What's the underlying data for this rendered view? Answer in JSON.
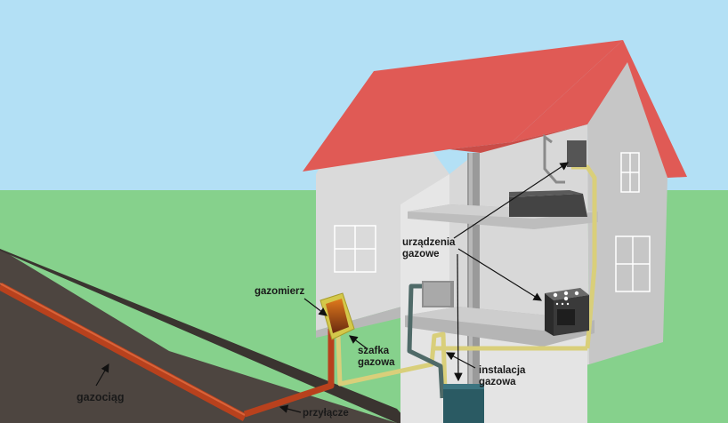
{
  "labels": {
    "gas_appliances_line1": "urządzenia",
    "gas_appliances_line2": "gazowe",
    "gas_meter": "gazomierz",
    "meter_cabinet_line1": "szafka",
    "meter_cabinet_line2": "gazowa",
    "gas_installation_line1": "instalacja",
    "gas_installation_line2": "gazowa",
    "gas_pipeline": "gazociąg",
    "service_connection": "przyłącze"
  },
  "colors": {
    "sky": "#b3e0f5",
    "grass": "#86d18c",
    "road": "#4d4540",
    "roof": "#e05a55",
    "wall_light": "#dcdcdc",
    "wall_shade": "#c4c4c4",
    "main_pipe": "#b8411d",
    "installation_pipe": "#d9cf7a",
    "meter_cabinet": "#d4c84a",
    "appliance": "#3a3a3a",
    "boiler": "#2a5a63"
  }
}
